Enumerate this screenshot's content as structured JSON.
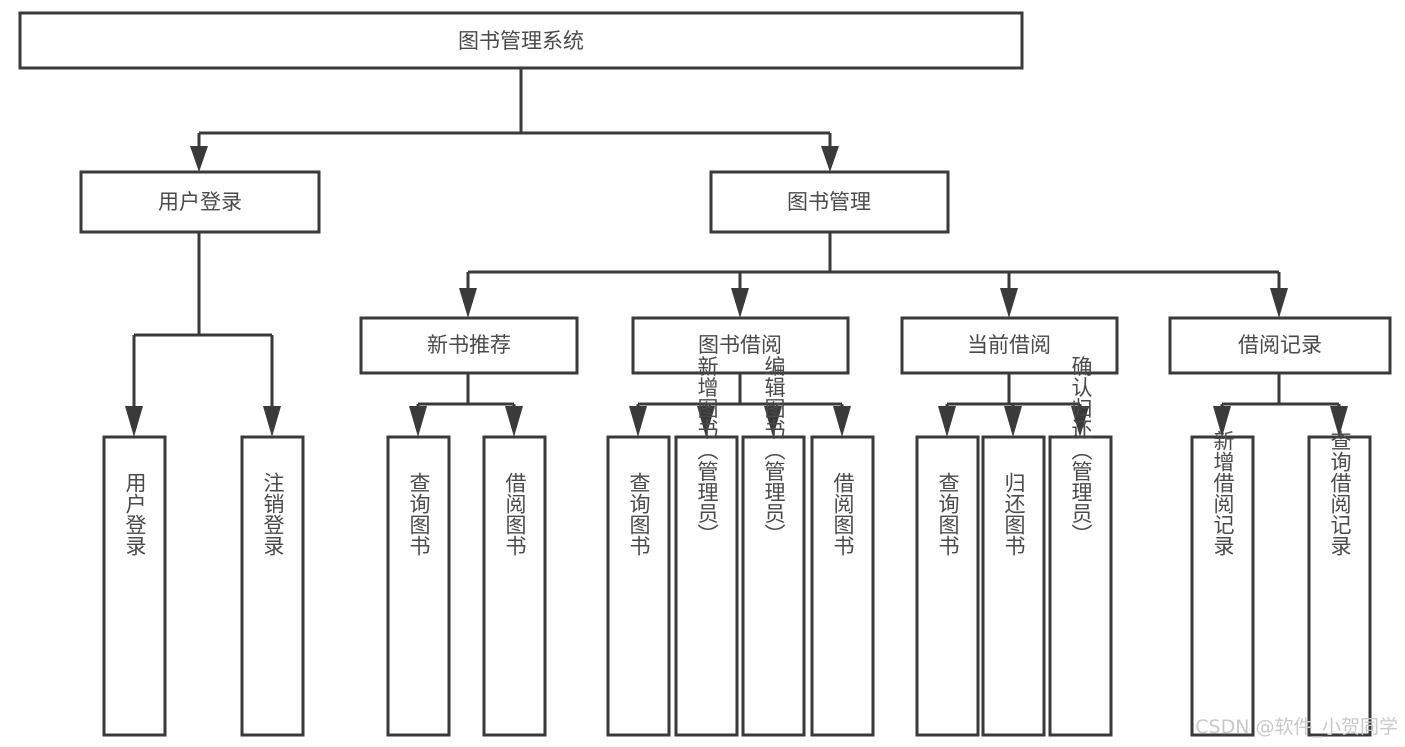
{
  "diagram": {
    "type": "tree-hierarchy",
    "title": "图书管理系统",
    "orientation": "top-down",
    "colors": {
      "stroke": "#3a3a3a",
      "box_fill": "#ffffff",
      "label": "#4a4a4a",
      "background": "#ffffff",
      "watermark": "#c9c9c9"
    },
    "levels": [
      {
        "level": 1,
        "nodes": [
          {
            "id": "root",
            "label": "图书管理系统",
            "orientation": "horizontal"
          }
        ]
      },
      {
        "level": 2,
        "nodes": [
          {
            "id": "user-login",
            "label": "用户登录",
            "orientation": "horizontal",
            "parent": "root"
          },
          {
            "id": "book-manage",
            "label": "图书管理",
            "orientation": "horizontal",
            "parent": "root"
          }
        ]
      },
      {
        "level": 3,
        "nodes": [
          {
            "id": "new-book-recommend",
            "label": "新书推荐",
            "orientation": "horizontal",
            "parent": "book-manage"
          },
          {
            "id": "book-borrow",
            "label": "图书借阅",
            "orientation": "horizontal",
            "parent": "book-manage"
          },
          {
            "id": "current-borrow",
            "label": "当前借阅",
            "orientation": "horizontal",
            "parent": "book-manage"
          },
          {
            "id": "borrow-record",
            "label": "借阅记录",
            "orientation": "horizontal",
            "parent": "book-manage"
          }
        ]
      },
      {
        "level": 4,
        "nodes": [
          {
            "id": "leaf-user-login",
            "label": "用户登录",
            "orientation": "vertical",
            "parent": "user-login"
          },
          {
            "id": "leaf-logout-login",
            "label": "注销登录",
            "orientation": "vertical",
            "parent": "user-login"
          },
          {
            "id": "leaf-query-book-1",
            "label": "查询图书",
            "orientation": "vertical",
            "parent": "new-book-recommend"
          },
          {
            "id": "leaf-borrow-book-1",
            "label": "借阅图书",
            "orientation": "vertical",
            "parent": "new-book-recommend"
          },
          {
            "id": "leaf-query-book-2",
            "label": "查询图书",
            "orientation": "vertical",
            "parent": "book-borrow"
          },
          {
            "id": "leaf-add-book",
            "label": "新增图书（管理员）",
            "orientation": "vertical",
            "parent": "book-borrow"
          },
          {
            "id": "leaf-edit-book",
            "label": "编辑图书（管理员）",
            "orientation": "vertical",
            "parent": "book-borrow"
          },
          {
            "id": "leaf-borrow-book-2",
            "label": "借阅图书",
            "orientation": "vertical",
            "parent": "book-borrow"
          },
          {
            "id": "leaf-query-book-3",
            "label": "查询图书",
            "orientation": "vertical",
            "parent": "current-borrow"
          },
          {
            "id": "leaf-return-book",
            "label": "归还图书",
            "orientation": "vertical",
            "parent": "current-borrow"
          },
          {
            "id": "leaf-confirm-return",
            "label": "确认归还（管理员）",
            "orientation": "vertical",
            "parent": "current-borrow"
          },
          {
            "id": "leaf-add-record",
            "label": "新增借阅记录",
            "orientation": "vertical",
            "parent": "borrow-record"
          },
          {
            "id": "leaf-query-record",
            "label": "查询借阅记录",
            "orientation": "vertical",
            "parent": "borrow-record"
          }
        ]
      }
    ],
    "node_text": {
      "root": "图书管理系统",
      "user_login": "用户登录",
      "book_manage": "图书管理",
      "new_book_recommend": "新书推荐",
      "book_borrow": "图书借阅",
      "current_borrow": "当前借阅",
      "borrow_record": "借阅记录",
      "leaf_user_login": "用户登录",
      "leaf_logout_login": "注销登录",
      "leaf_query_book_1": "查询图书",
      "leaf_borrow_book_1": "借阅图书",
      "leaf_query_book_2": "查询图书",
      "leaf_add_book": "新增图书（管理员）",
      "leaf_edit_book": "编辑图书（管理员）",
      "leaf_borrow_book_2": "借阅图书",
      "leaf_query_book_3": "查询图书",
      "leaf_return_book": "归还图书",
      "leaf_confirm_return": "确认归还（管理员）",
      "leaf_add_record": "新增借阅记录",
      "leaf_query_record": "查询借阅记录"
    }
  },
  "watermark": {
    "text": "CSDN @软件_小贺同学"
  }
}
